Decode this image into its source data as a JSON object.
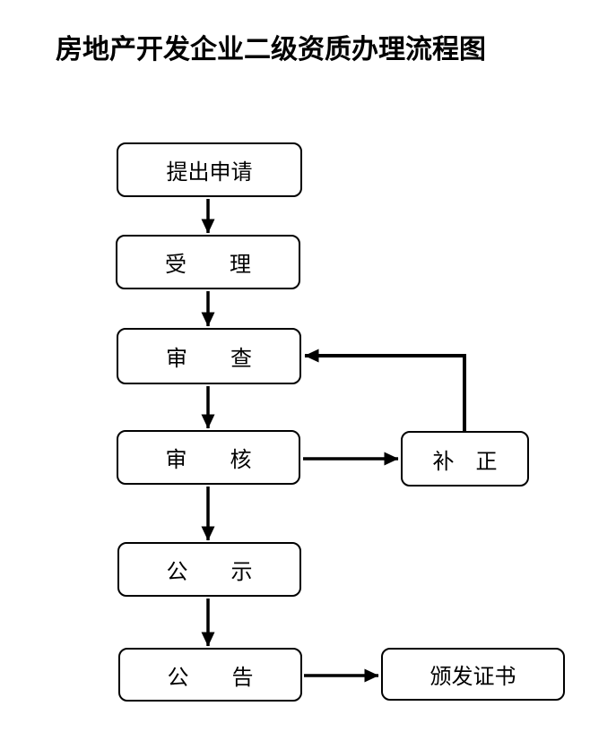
{
  "title": "房地产开发企业二级资质办理流程图",
  "nodes": {
    "apply": "提出申请",
    "accept": "受　　理",
    "review": "审　　查",
    "verify": "审　　核",
    "publicity": "公　　示",
    "announce": "公　　告",
    "correction": "补　正",
    "certificate": "颁发证书"
  },
  "edges": [
    {
      "from": "apply",
      "to": "accept"
    },
    {
      "from": "accept",
      "to": "review"
    },
    {
      "from": "review",
      "to": "verify"
    },
    {
      "from": "verify",
      "to": "publicity"
    },
    {
      "from": "publicity",
      "to": "announce"
    },
    {
      "from": "verify",
      "to": "correction"
    },
    {
      "from": "correction",
      "to": "review"
    },
    {
      "from": "announce",
      "to": "certificate"
    }
  ],
  "colors": {
    "line": "#000000",
    "background": "#ffffff",
    "text": "#000000"
  }
}
